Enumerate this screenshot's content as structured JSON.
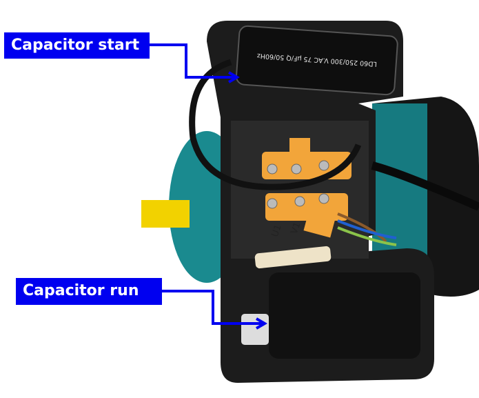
{
  "labels": {
    "start": "Capacitor start",
    "run": "Capacitor run"
  },
  "photo_lettering": {
    "start_capacitor": "LD60 250/300 V.AC 75 µF/Q 50/60Hz",
    "terminal_u1": "U1",
    "terminal_v1": "V1"
  },
  "colors": {
    "label_bg": "#0000f0",
    "arrow": "#0000f0",
    "motor_teal": "#1a8a8f",
    "housing": "#1c1c1c"
  }
}
